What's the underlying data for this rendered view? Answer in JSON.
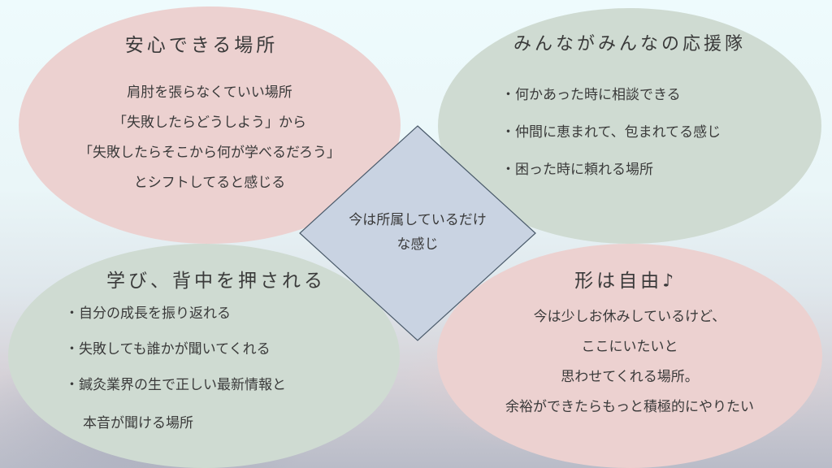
{
  "top_left": {
    "title": "安心できる場所",
    "lines": [
      "肩肘を張らなくていい場所",
      "「失敗したらどうしよう」から",
      "「失敗したらそこから何が学べるだろう」",
      "とシフトしてると感じる"
    ]
  },
  "top_right": {
    "title": "みんながみんなの応援隊",
    "bullets": [
      "・何かあった時に相談できる",
      "・仲間に恵まれて、包まれてる感じ",
      "・困った時に頼れる場所"
    ]
  },
  "bottom_left": {
    "title": "学び、背中を押される",
    "bullets": [
      "・自分の成長を振り返れる",
      "・失敗しても誰かが聞いてくれる",
      "・鍼灸業界の生で正しい最新情報と",
      "本音が聞ける場所"
    ]
  },
  "bottom_right": {
    "title": "形は自由♪",
    "lines": [
      "今は少しお休みしているけど、",
      "ここにいたいと",
      "思わせてくれる場所。",
      "余裕ができたらもっと積極的にやりたい"
    ]
  },
  "center": {
    "line1": "今は所属しているだけ",
    "line2": "な感じ"
  },
  "colors": {
    "pink_oval": "#ecd1d0",
    "green_oval": "#cfdbd2",
    "diamond_fill": "#c9d3e2",
    "diamond_stroke": "#4a5a6a",
    "text": "#3a3a3a"
  }
}
